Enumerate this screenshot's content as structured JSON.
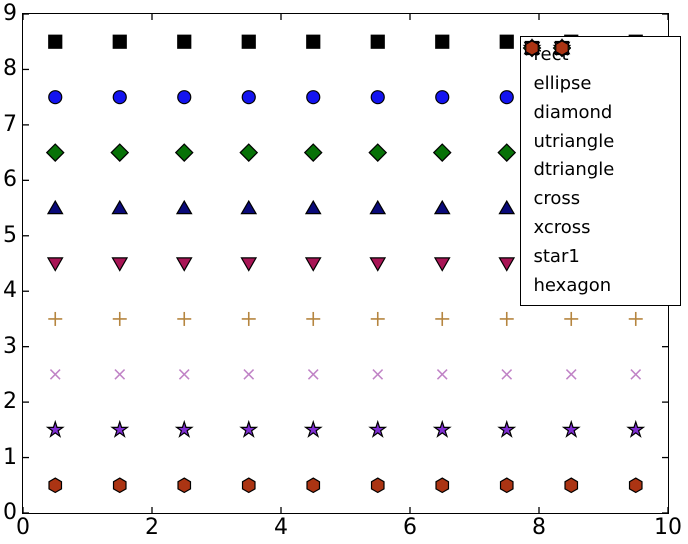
{
  "figure": {
    "background": "#ffffff",
    "axis_color": "#000000",
    "tick_direction": "in"
  },
  "chart_data": {
    "type": "scatter",
    "title": "",
    "xlabel": "",
    "ylabel": "",
    "xlim": [
      0,
      10
    ],
    "ylim": [
      0,
      9
    ],
    "grid": false,
    "xticks": {
      "values": [
        0,
        2,
        4,
        6,
        8,
        10
      ],
      "labels": [
        "0",
        "2",
        "4",
        "6",
        "8",
        "10"
      ]
    },
    "yticks": {
      "values": [
        0,
        1,
        2,
        3,
        4,
        5,
        6,
        7,
        8,
        9
      ],
      "labels": [
        "0",
        "1",
        "2",
        "3",
        "4",
        "5",
        "6",
        "7",
        "8",
        "9"
      ]
    },
    "x": [
      0.5,
      1.5,
      2.5,
      3.5,
      4.5,
      5.5,
      6.5,
      7.5,
      8.5,
      9.5
    ],
    "series": [
      {
        "name": "rect",
        "marker": "rect",
        "color": "#000000",
        "edge_color": "#000000",
        "y": 8.5,
        "values": [
          8.5,
          8.5,
          8.5,
          8.5,
          8.5,
          8.5,
          8.5,
          8.5,
          8.5,
          8.5
        ]
      },
      {
        "name": "ellipse",
        "marker": "ellipse",
        "color": "#1414f0",
        "edge_color": "#000000",
        "y": 7.5,
        "values": [
          7.5,
          7.5,
          7.5,
          7.5,
          7.5,
          7.5,
          7.5,
          7.5,
          7.5,
          7.5
        ]
      },
      {
        "name": "diamond",
        "marker": "diamond",
        "color": "#077207",
        "edge_color": "#000000",
        "y": 6.5,
        "values": [
          6.5,
          6.5,
          6.5,
          6.5,
          6.5,
          6.5,
          6.5,
          6.5,
          6.5,
          6.5
        ]
      },
      {
        "name": "utriangle",
        "marker": "utriangle",
        "color": "#0a0a78",
        "edge_color": "#000000",
        "y": 5.5,
        "values": [
          5.5,
          5.5,
          5.5,
          5.5,
          5.5,
          5.5,
          5.5,
          5.5,
          5.5,
          5.5
        ]
      },
      {
        "name": "dtriangle",
        "marker": "dtriangle",
        "color": "#a81555",
        "edge_color": "#000000",
        "y": 4.5,
        "values": [
          4.5,
          4.5,
          4.5,
          4.5,
          4.5,
          4.5,
          4.5,
          4.5,
          4.5,
          4.5
        ]
      },
      {
        "name": "cross",
        "marker": "cross",
        "color": "#b5853f",
        "edge_color": "#b5853f",
        "y": 3.5,
        "values": [
          3.5,
          3.5,
          3.5,
          3.5,
          3.5,
          3.5,
          3.5,
          3.5,
          3.5,
          3.5
        ]
      },
      {
        "name": "xcross",
        "marker": "xcross",
        "color": "#c083c6",
        "edge_color": "#c083c6",
        "y": 2.5,
        "values": [
          2.5,
          2.5,
          2.5,
          2.5,
          2.5,
          2.5,
          2.5,
          2.5,
          2.5,
          2.5
        ]
      },
      {
        "name": "star1",
        "marker": "star1",
        "color": "#7f2ed2",
        "edge_color": "#000000",
        "y": 1.5,
        "values": [
          1.5,
          1.5,
          1.5,
          1.5,
          1.5,
          1.5,
          1.5,
          1.5,
          1.5,
          1.5
        ]
      },
      {
        "name": "hexagon",
        "marker": "hexagon",
        "color": "#ab3413",
        "edge_color": "#000000",
        "y": 0.5,
        "values": [
          0.5,
          0.5,
          0.5,
          0.5,
          0.5,
          0.5,
          0.5,
          0.5,
          0.5,
          0.5
        ]
      }
    ],
    "legend": {
      "position": "upper right",
      "markers_per_entry": 2,
      "entries": [
        "rect",
        "ellipse",
        "diamond",
        "utriangle",
        "dtriangle",
        "cross",
        "xcross",
        "star1",
        "hexagon"
      ]
    }
  }
}
